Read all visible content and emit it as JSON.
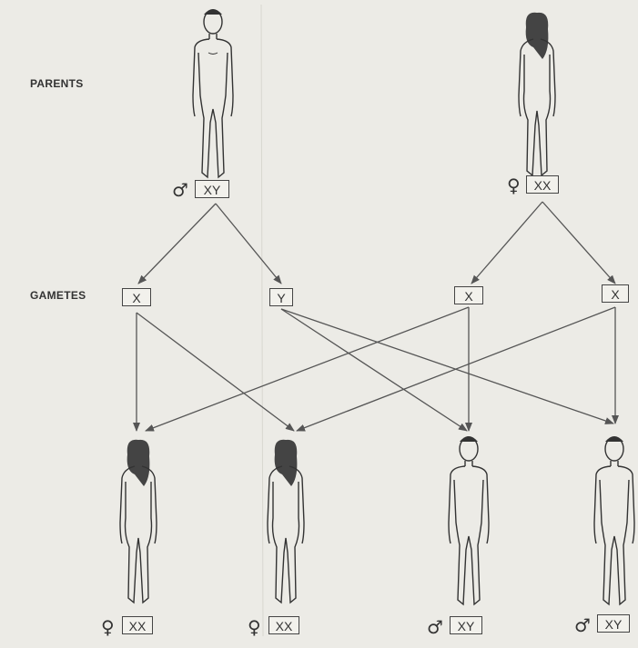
{
  "labels": {
    "parents": "PARENTS",
    "gametes": "GAMETES"
  },
  "parents": {
    "father": {
      "symbol": "♂",
      "genotype": "XY",
      "figure": "male-figure"
    },
    "mother": {
      "symbol": "♀",
      "genotype": "XX",
      "figure": "female-figure"
    }
  },
  "gametes": {
    "father": [
      "X",
      "Y"
    ],
    "mother": [
      "X",
      "X"
    ]
  },
  "offspring": [
    {
      "symbol": "♀",
      "genotype": "XX",
      "figure": "female-figure"
    },
    {
      "symbol": "♀",
      "genotype": "XX",
      "figure": "female-figure"
    },
    {
      "symbol": "♂",
      "genotype": "XY",
      "figure": "male-figure"
    },
    {
      "symbol": "♂",
      "genotype": "XY",
      "figure": "male-figure"
    }
  ],
  "colors": {
    "line": "#555555",
    "paper": "#ecebe6"
  }
}
